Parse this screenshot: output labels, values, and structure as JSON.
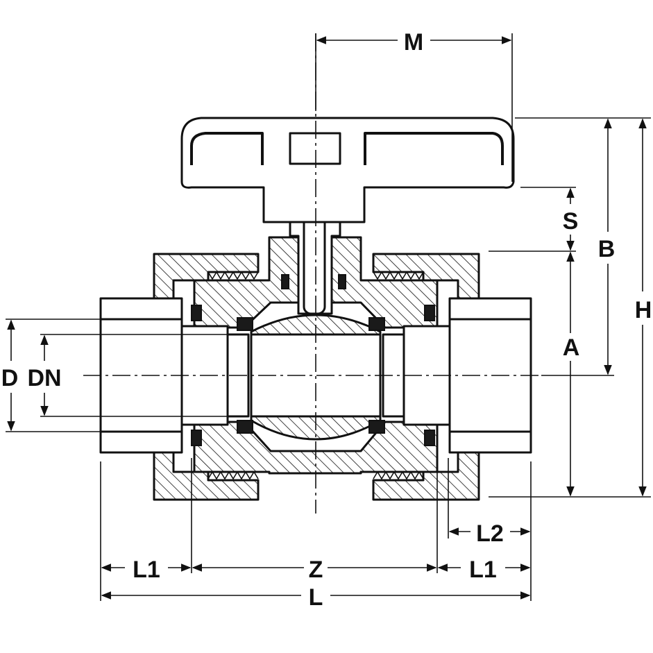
{
  "diagram": {
    "labels": {
      "M": "M",
      "S": "S",
      "B": "B",
      "H": "H",
      "A": "A",
      "D": "D",
      "DN": "DN",
      "L2": "L2",
      "L1_left": "L1",
      "Z": "Z",
      "L1_right": "L1",
      "L": "L"
    },
    "colors": {
      "ink": "#111111",
      "background": "#ffffff"
    }
  }
}
